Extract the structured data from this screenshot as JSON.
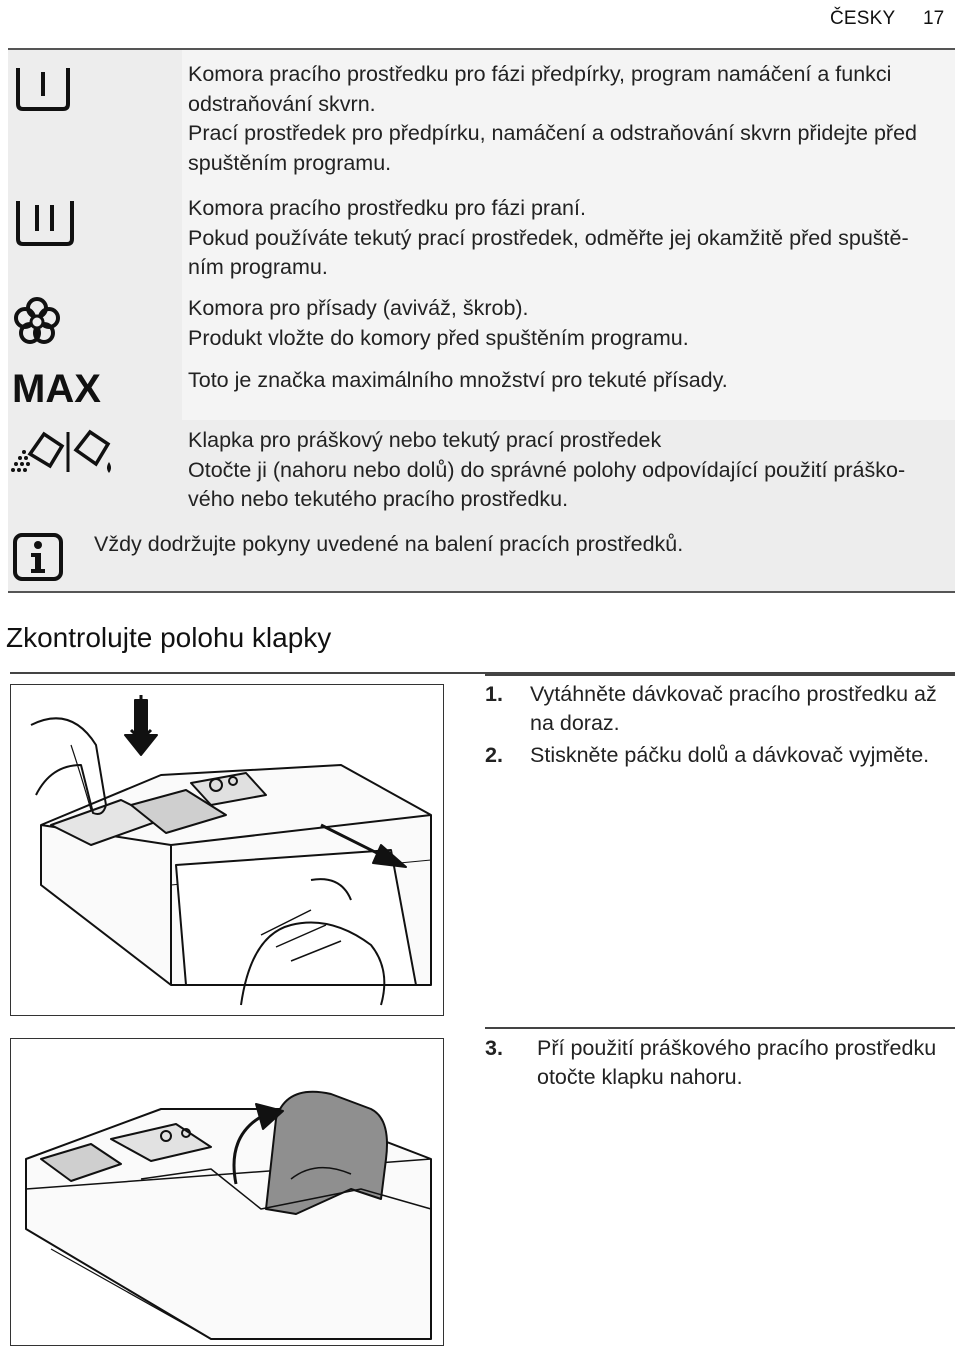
{
  "header": {
    "language": "ČESKY",
    "page_number": "17"
  },
  "table": {
    "rows": [
      {
        "icon": "prewash-compartment-icon",
        "text": "Komora pracího prostředku pro fázi předpírky, program namáčení a funkci\nodstraňování skvrn.\nPrací prostředek pro předpírku, namáčení a odstraňování skvrn přidejte před\nspuštěním programu."
      },
      {
        "icon": "main-wash-compartment-icon",
        "text": "Komora pracího prostředku pro fázi praní.\nPokud používáte tekutý prací prostředek, odměřte jej okamžitě před spuště-\nním programu."
      },
      {
        "icon": "additive-flower-icon",
        "text": "Komora pro přísady (aviváž, škrob).\nProdukt vložte do komory před spuštěním programu."
      },
      {
        "icon": "max-mark-icon",
        "text": "Toto je značka maximálního množství pro tekuté přísady."
      },
      {
        "icon": "powder-liquid-flap-icon",
        "text": "Klapka pro práškový nebo tekutý prací prostředek\nOtočte ji (nahoru nebo dolů) do správné polohy odpovídající použití práško-\nvého nebo tekutého pracího prostředku."
      }
    ],
    "max_label": "MAX",
    "note": {
      "icon": "info-icon",
      "text": "Vždy dodržujte pokyny uvedené na balení pracích prostředků."
    }
  },
  "section": {
    "title": "Zkontrolujte polohu klapky"
  },
  "steps": [
    {
      "number": "1.",
      "text": "Vytáhněte dávkovač pracího prostředku až\nna doraz."
    },
    {
      "number": "2.",
      "text": "Stiskněte páčku dolů a dávkovač vyjměte."
    },
    {
      "number": "3.",
      "text": "Pří použití práškového pracího prostředku\notočte klapku nahoru."
    }
  ],
  "figures": [
    {
      "name": "figure-pull-out-dispenser"
    },
    {
      "name": "figure-rotate-flap-up"
    }
  ]
}
